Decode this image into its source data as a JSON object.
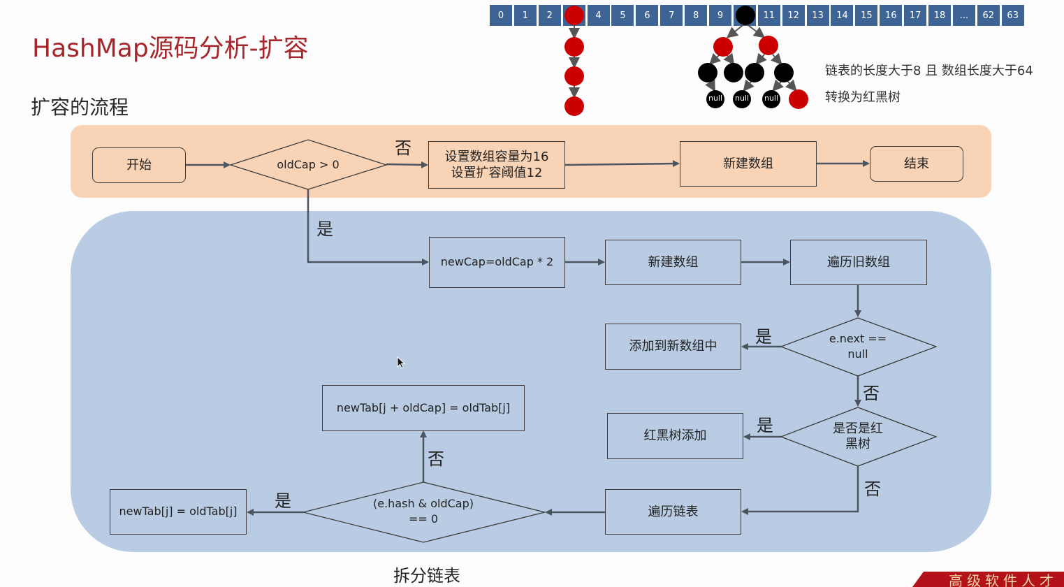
{
  "header": {
    "title": "HashMap源码分析-扩容",
    "subtitle": "扩容的流程"
  },
  "array_illustration": {
    "cells": [
      "0",
      "1",
      "2",
      "",
      "4",
      "5",
      "6",
      "7",
      "8",
      "9",
      "",
      "11",
      "12",
      "13",
      "14",
      "15",
      "16",
      "17",
      "18",
      "...",
      "62",
      "63"
    ],
    "linked_list_bucket": 3,
    "tree_bucket": 10,
    "tree_null_label": "null",
    "note_line1": "链表的长度大于8 且 数组长度大于64",
    "note_line2": "转换为红黑树",
    "colors": {
      "cell": "#3e6495",
      "red_node": "#cc0000",
      "black_node": "#000000"
    }
  },
  "flow": {
    "start": "开始",
    "decision_oldcap": "oldCap > 0",
    "no_label_1": "否",
    "init_line1": "设置数组容量为16",
    "init_line2": "设置扩容阈值12",
    "new_array_top": "新建数组",
    "end": "结束",
    "yes_label_1": "是",
    "newcap": "newCap=oldCap * 2",
    "new_array": "新建数组",
    "iterate_old": "遍历旧数组",
    "decision_next_line1": "e.next ==",
    "decision_next_line2": "null",
    "yes_label_2": "是",
    "add_to_new": "添加到新数组中",
    "no_label_2": "否",
    "decision_tree_line1": "是否是红",
    "decision_tree_line2": "黑树",
    "yes_label_3": "是",
    "tree_add": "红黑树添加",
    "no_label_3": "否",
    "iterate_list": "遍历链表",
    "decision_hash_line1": "(e.hash & oldCap)",
    "decision_hash_line2": "== 0",
    "yes_label_4": "是",
    "assign_low": "newTab[j] = oldTab[j]",
    "no_label_4": "否",
    "assign_high": "newTab[j + oldCap] = oldTab[j]",
    "split_caption": "拆分链表"
  },
  "colors": {
    "title": "#a6262b",
    "orange_panel": "#f9d3b5",
    "blue_panel": "#b9cce3",
    "arrow": "#4a5560"
  },
  "banner_text": "高级软件人才"
}
